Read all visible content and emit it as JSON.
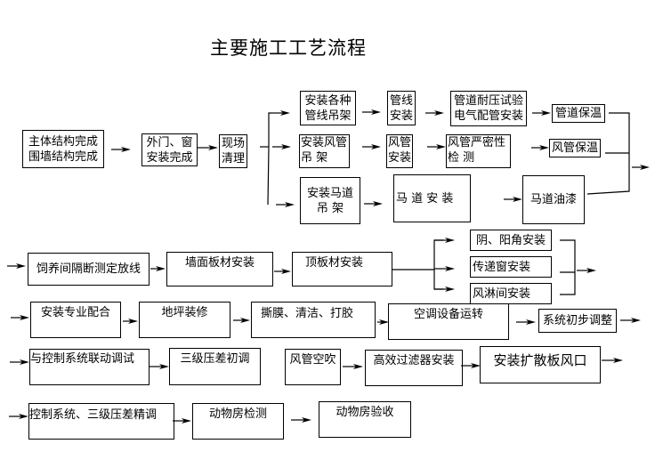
{
  "title": "主要施工工艺流程",
  "colors": {
    "line": "#000000",
    "background": "#ffffff"
  },
  "icons": {
    "arrow": "arrow-right-icon"
  },
  "section1": {
    "start": "主体结构完成\n围墙结构完成",
    "doors_windows": "外门、窗\n安装完成",
    "site_clean": "现场\n清理",
    "branch_pipes": {
      "hanger": "安装各种\n管线吊架",
      "install": "管线\n安装",
      "test": "管道耐压试验\n电气配管安装",
      "insulation": "管道保温"
    },
    "branch_ducts": {
      "hanger": "安装风管\n吊 架",
      "install": "风管\n安装",
      "test": "风管严密性\n检 测",
      "insulation": "风管保温"
    },
    "branch_walkway": {
      "hanger": "安装马道\n吊 架",
      "install": "马 道 安 装",
      "paint": "马道油漆"
    }
  },
  "section2": {
    "row1": [
      "饲养间隔断测定放线",
      "墙面板材安装",
      "顶板材安装"
    ],
    "branches": [
      "阴、阳角安装",
      "传递窗安装",
      "风淋间安装"
    ],
    "row2": [
      "安装专业配合",
      "地坪装修",
      "撕膜、清洁、打胶",
      "空调设备运转",
      "系统初步调整"
    ],
    "row3": [
      "与控制系统联动调试",
      "三级压差初调",
      "风管空吹",
      "高效过滤器安装",
      "安装扩散板风口"
    ],
    "row4": [
      "控制系统、三级压差精调",
      "动物房检测",
      "动物房验收"
    ]
  }
}
